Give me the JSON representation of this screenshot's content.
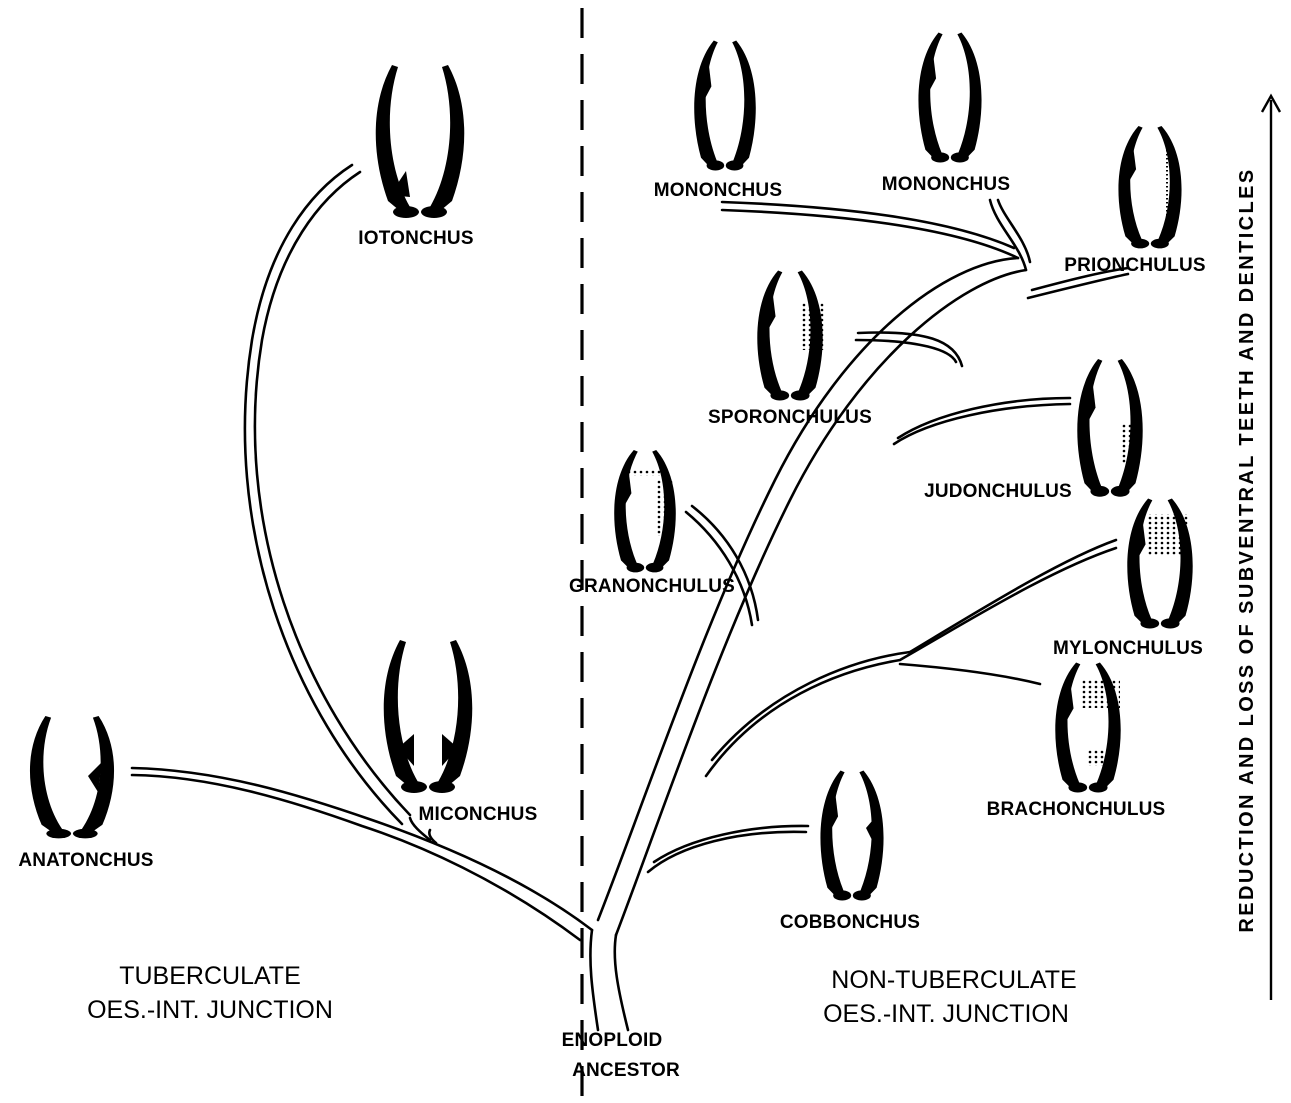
{
  "taxa": {
    "iotonchus": "IOTONCHUS",
    "mononchus_left": "MONONCHUS",
    "mononchus_right": "MONONCHUS",
    "prionchulus": "PRIONCHULUS",
    "sporonchulus": "SPORONCHULUS",
    "judonchulus": "JUDONCHULUS",
    "granonchulus": "GRANONCHULUS",
    "mylonchulus": "MYLONCHULUS",
    "brachonchulus": "BRACHONCHULUS",
    "miconchus": "MICONCHUS",
    "anatonchus": "ANATONCHUS",
    "cobbonchus": "COBBONCHUS"
  },
  "root": {
    "line1": "ENOPLOID",
    "line2": "ANCESTOR"
  },
  "regions": {
    "left": {
      "line1": "TUBERCULATE",
      "line2": "OES.-INT. JUNCTION"
    },
    "right": {
      "line1": "NON-TUBERCULATE",
      "line2": "OES.-INT. JUNCTION"
    }
  },
  "axis_label": "REDUCTION AND LOSS OF SUBVENTRAL TEETH AND DENTICLES"
}
